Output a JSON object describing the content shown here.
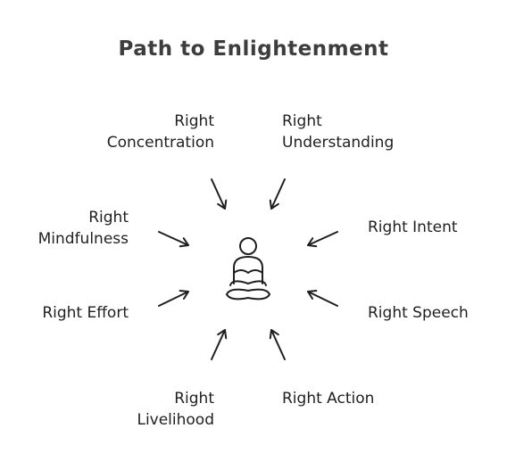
{
  "title": "Path to Enlightenment",
  "center_icon": "meditating-person-icon",
  "path_items": [
    {
      "line1": "Right",
      "line2": "Concentration"
    },
    {
      "line1": "Right",
      "line2": "Understanding"
    },
    {
      "line1": "Right",
      "line2": "Mindfulness"
    },
    {
      "line1": "Right Intent",
      "line2": ""
    },
    {
      "line1": "Right Effort",
      "line2": ""
    },
    {
      "line1": "Right Speech",
      "line2": ""
    },
    {
      "line1": "Right",
      "line2": "Livelihood"
    },
    {
      "line1": "Right Action",
      "line2": ""
    }
  ],
  "colors": {
    "stroke": "#1f1f1f",
    "title": "#3d3d3d",
    "background": "#ffffff"
  }
}
